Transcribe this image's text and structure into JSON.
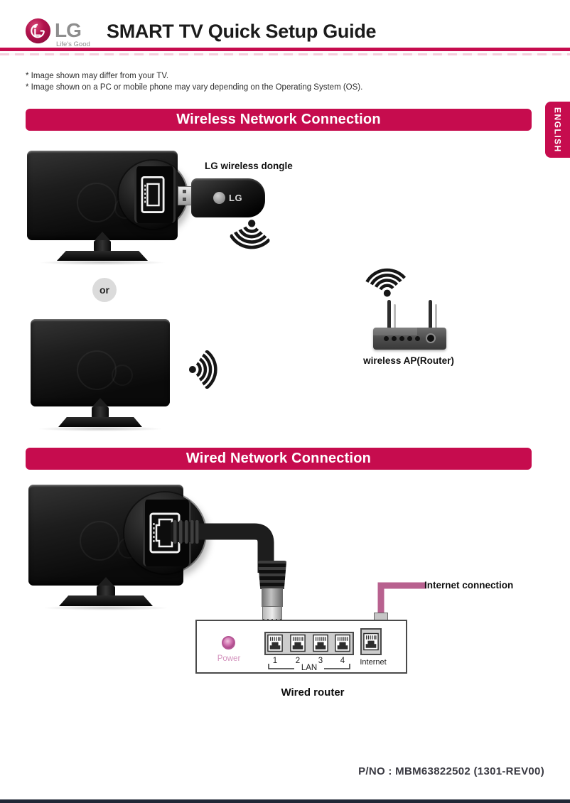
{
  "brand": {
    "name": "LG",
    "tagline": "Life's Good"
  },
  "page": {
    "title": "SMART TV Quick Setup Guide"
  },
  "notes": {
    "line1": "* Image shown may differ from your TV.",
    "line2": "* Image shown on a PC or mobile phone may vary depending on the Operating System (OS)."
  },
  "language_tab": {
    "label": "ENGLISH"
  },
  "wireless_section": {
    "banner": "Wireless Network Connection",
    "dongle_label": "LG wireless dongle",
    "dongle_brand": "LG",
    "or_label": "or",
    "ap_label": "wireless AP(Router)"
  },
  "wired_section": {
    "banner": "Wired Network Connection",
    "internet_connection_label": "Internet connection",
    "router_caption": "Wired router",
    "router_panel": {
      "power_label": "Power",
      "port_numbers": [
        "1",
        "2",
        "3",
        "4"
      ],
      "lan_label": "LAN",
      "internet_port_label": "Internet"
    }
  },
  "footer": {
    "part_number": "P/NO : MBM63822502 (1301-REV00)"
  },
  "colors": {
    "accent": "#C60C4E",
    "cable_pink": "#B8618F",
    "bottom_bar": "#202836"
  }
}
